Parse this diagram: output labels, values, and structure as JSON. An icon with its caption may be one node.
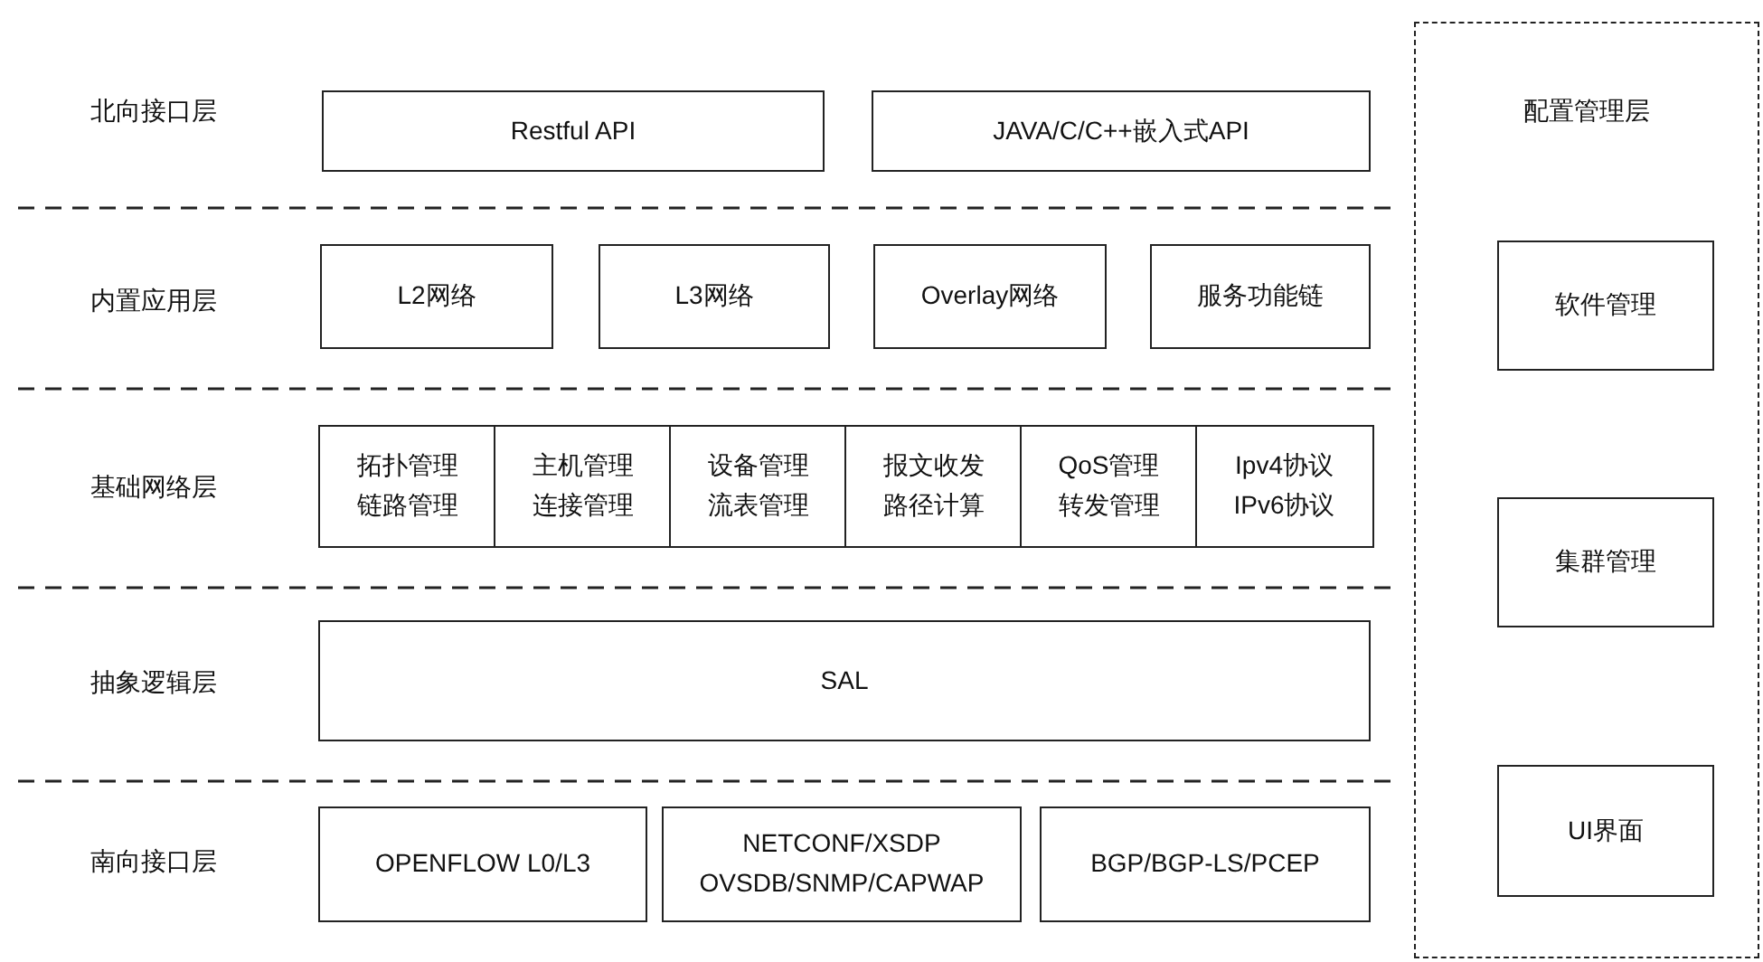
{
  "diagram": {
    "nodes": [
      {
        "text": [
          "Restful API"
        ]
      },
      {
        "text": [
          "JAVA/C/C++嵌入式API"
        ]
      },
      {
        "text": [
          "L2网络"
        ]
      },
      {
        "text": [
          "L3网络"
        ]
      },
      {
        "text": [
          "Overlay网络"
        ]
      },
      {
        "text": [
          "服务功能链"
        ]
      },
      {
        "text": [
          "拓扑管理",
          "链路管理"
        ]
      },
      {
        "text": [
          "主机管理",
          "连接管理"
        ]
      },
      {
        "text": [
          "设备管理",
          "流表管理"
        ]
      },
      {
        "text": [
          "报文收发",
          "路径计算"
        ]
      },
      {
        "text": [
          "QoS管理",
          "转发管理"
        ]
      },
      {
        "text": [
          "Ipv4协议",
          "IPv6协议"
        ]
      },
      {
        "text": [
          "SAL"
        ]
      },
      {
        "text": [
          "OPENFLOW L0/L3"
        ]
      },
      {
        "text": [
          "NETCONF/XSDP",
          "OVSDB/SNMP/CAPWAP"
        ]
      },
      {
        "text": [
          "BGP/BGP-LS/PCEP"
        ]
      },
      {
        "text": [
          "配置管理层"
        ]
      },
      {
        "text": [
          "软件管理"
        ],
        "in": 16
      },
      {
        "text": [
          "集群管理"
        ],
        "in": 16
      },
      {
        "text": [
          "UI界面"
        ],
        "in": 16
      }
    ],
    "labels": [
      "北向接口层",
      "内置应用层",
      "基础网络层",
      "抽象逻辑层",
      "南向接口层"
    ]
  }
}
